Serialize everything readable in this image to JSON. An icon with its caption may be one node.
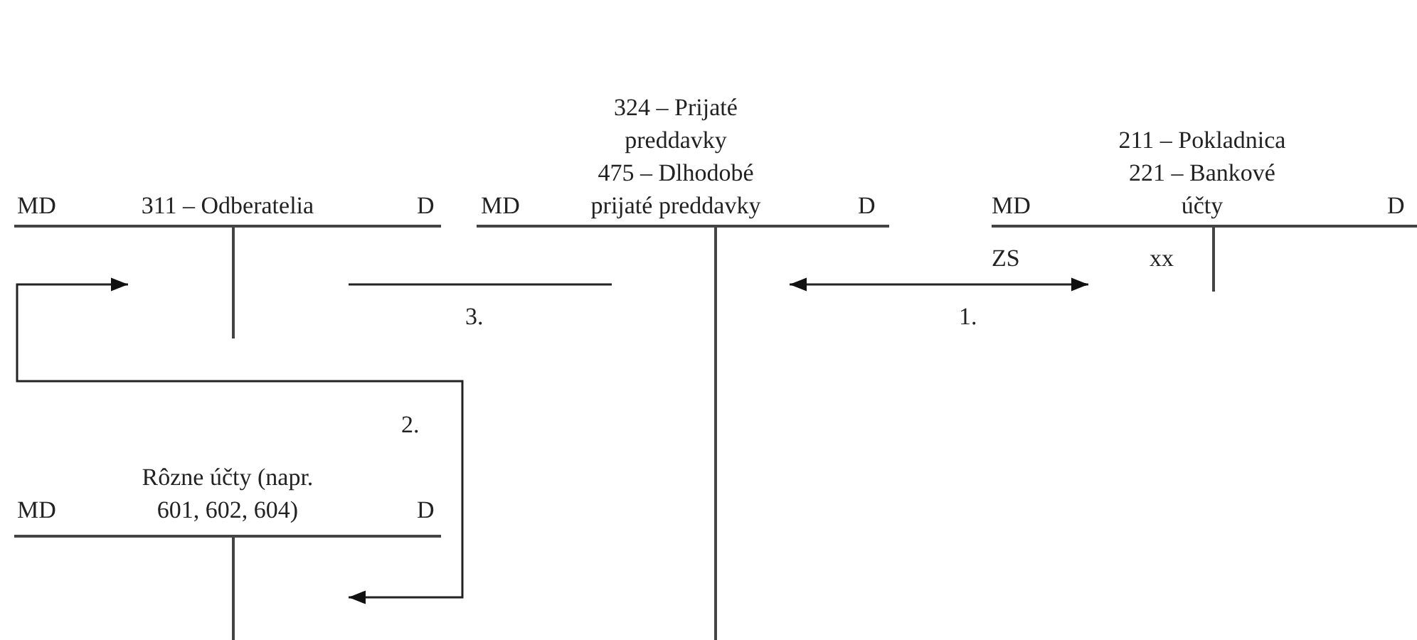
{
  "diagram": {
    "nodes": [
      {
        "text": [
          "MD",
          "311 – Odberatelia",
          "D"
        ]
      },
      {
        "text": [
          "324 – Prijaté preddavky",
          "MD",
          "475 – Dlhodobé prijaté preddavky",
          "D"
        ]
      },
      {
        "text": [
          "211 – Pokladnica",
          "MD",
          "221 – Bankové účty",
          "D",
          "ZS",
          "xx"
        ]
      },
      {
        "text": [
          "MD",
          "Rôzne účty (napr. 601, 602, 604)",
          "D"
        ]
      }
    ],
    "edges": [
      {
        "from": 1,
        "to": 2,
        "arrow": "both",
        "label": "1."
      },
      {
        "from": 0,
        "to": 3,
        "arrow": "both",
        "label": "2."
      },
      {
        "from": 0,
        "to": 1,
        "arrow": "none",
        "label": "3."
      }
    ]
  }
}
